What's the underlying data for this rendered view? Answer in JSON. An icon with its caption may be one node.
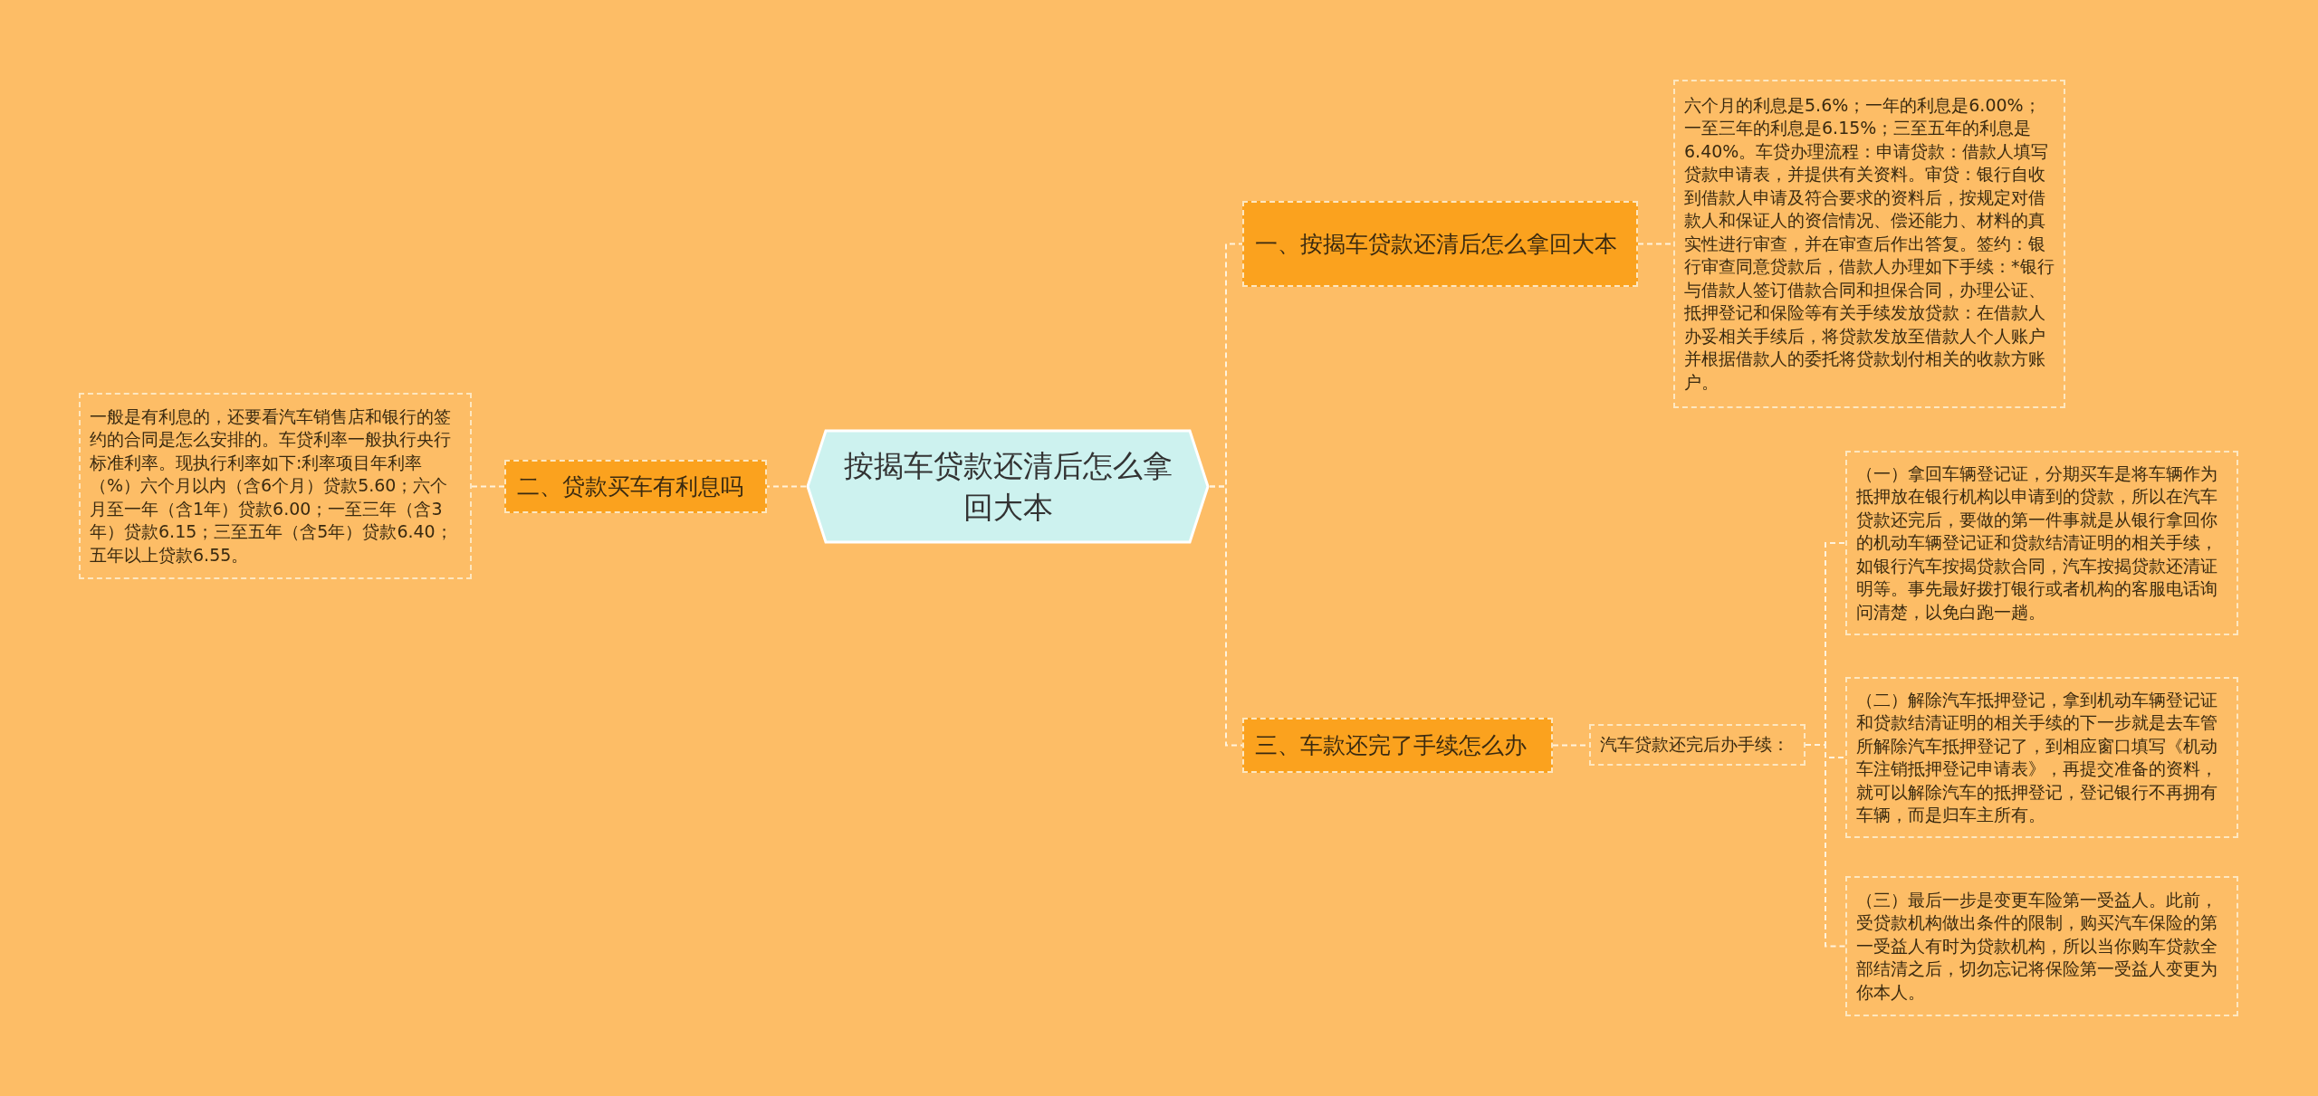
{
  "diagram": {
    "nodes": [
      {
        "text": [
          "按揭车贷款还清后怎么拿回大本"
        ]
      },
      {
        "text": [
          "一、按揭车贷款还清后怎么拿回大本"
        ]
      },
      {
        "text": [
          "六个月的利息是5.6%；一年的利息是6.00%；一至三年的利息是6.15%；三至五年的利息是6.40%。车贷办理流程：申请贷款：借款人填写贷款申请表，并提供有关资料。审贷：银行自收到借款人申请及符合要求的资料后，按规定对借款人和保证人的资信情况、偿还能力、材料的真实性进行审查，并在审查后作出答复。签约：银行审查同意贷款后，借款人办理如下手续：*银行与借款人签订借款合同和担保合同，办理公证、抵押登记和保险等有关手续发放贷款：在借款人办妥相关手续后，将贷款发放至借款人个人账户并根据借款人的委托将贷款划付相关的收款方账户。"
        ]
      },
      {
        "text": [
          "二、贷款买车有利息吗"
        ]
      },
      {
        "text": [
          "一般是有利息的，还要看汽车销售店和银行的签约的合同是怎么安排的。车贷利率一般执行央行标准利率。现执行利率如下:利率项目年利率（%）六个月以内（含6个月）贷款5.60；六个月至一年（含1年）贷款6.00；一至三年（含3年）贷款6.15；三至五年（含5年）贷款6.40；五年以上贷款6.55。"
        ]
      },
      {
        "text": [
          "三、车款还完了手续怎么办"
        ]
      },
      {
        "text": [
          "汽车贷款还完后办手续："
        ]
      },
      {
        "text": [
          "（一）拿回车辆登记证，分期买车是将车辆作为抵押放在银行机构以申请到的贷款，所以在汽车贷款还完后，要做的第一件事就是从银行拿回你的机动车辆登记证和贷款结清证明的相关手续，如银行汽车按揭贷款合同，汽车按揭贷款还清证明等。事先最好拨打银行或者机构的客服电话询问清楚，以免白跑一趟。"
        ]
      },
      {
        "text": [
          "（二）解除汽车抵押登记，拿到机动车辆登记证和贷款结清证明的相关手续的下一步就是去车管所解除汽车抵押登记了，到相应窗口填写《机动车注销抵押登记申请表》，再提交准备的资料，就可以解除汽车的抵押登记，登记银行不再拥有车辆，而是归车主所有。"
        ]
      },
      {
        "text": [
          "（三）最后一步是变更车险第一受益人。此前，受贷款机构做出条件的限制，购买汽车保险的第一受益人有时为贷款机构，所以当你购车贷款全部结清之后，切勿忘记将保险第一受益人变更为你本人。"
        ]
      }
    ],
    "edges": [
      {
        "from": 0,
        "to": 1,
        "arrow": "none"
      },
      {
        "from": 1,
        "to": 2,
        "arrow": "none"
      },
      {
        "from": 0,
        "to": 3,
        "arrow": "none"
      },
      {
        "from": 3,
        "to": 4,
        "arrow": "none"
      },
      {
        "from": 0,
        "to": 5,
        "arrow": "none"
      },
      {
        "from": 5,
        "to": 6,
        "arrow": "none"
      },
      {
        "from": 6,
        "to": 7,
        "arrow": "none"
      },
      {
        "from": 6,
        "to": 8,
        "arrow": "none"
      },
      {
        "from": 6,
        "to": 9,
        "arrow": "none"
      }
    ]
  }
}
